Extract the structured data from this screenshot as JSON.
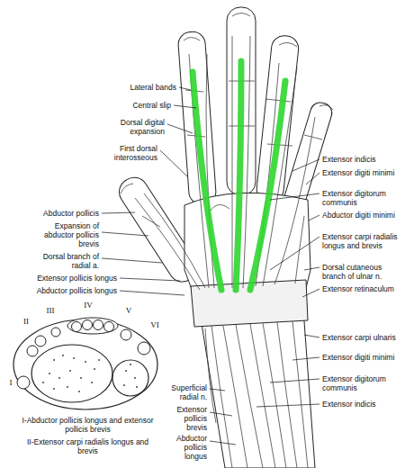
{
  "diagram": {
    "labels": [
      "Lateral bands",
      "Central slip",
      "Dorsal digital expansion",
      "First dorsal interosseous",
      "Abductor pollicis",
      "Expansion of abductor pollicis brevis",
      "Dorsal branch of radial a.",
      "Extensor pollicis longus",
      "Abductor pollicis longus",
      "Extensor indicis",
      "Extensor digiti minimi",
      "Extensor digitorum communis",
      "Abductor digiti minimi",
      "Extensor carpi radialis longus and brevis",
      "Dorsal cutaneous branch of ulnar n.",
      "Extensor retinaculum",
      "Extensor carpi ulnaris",
      "Extensor digiti minimi",
      "Extensor digitorum communis",
      "Extensor indicis",
      "Superficial radial n.",
      "Extensor pollicis brevis",
      "Abductor pollicis longus",
      "I",
      "II",
      "III",
      "IV",
      "V",
      "VI",
      "I-Abductor pollicis longus and extensor pollicis brevis",
      "II-Extensor carpi radialis longus and brevis"
    ]
  }
}
